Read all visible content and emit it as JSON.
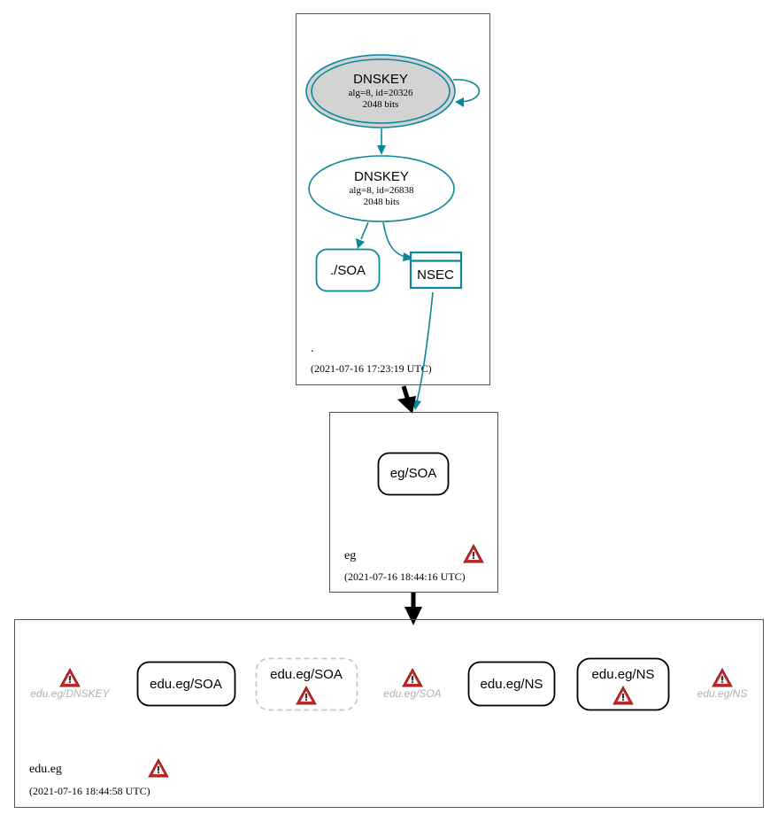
{
  "colors": {
    "teal": "#0a879a",
    "warning_red": "#d33a3a",
    "ksk_fill": "#d3d3d3",
    "missing_gray": "#b0b0b0",
    "dashed_border": "#c8c8c8"
  },
  "zones": {
    "root": {
      "name": ".",
      "timestamp": "(2021-07-16 17:23:19 UTC)",
      "ksk": {
        "title": "DNSKEY",
        "line1": "alg=8, id=20326",
        "line2": "2048 bits"
      },
      "zsk": {
        "title": "DNSKEY",
        "line1": "alg=8, id=26838",
        "line2": "2048 bits"
      },
      "soa_label": "./SOA",
      "nsec_label": "NSEC"
    },
    "eg": {
      "name": "eg",
      "timestamp": "(2021-07-16 18:44:16 UTC)",
      "soa_label": "eg/SOA",
      "warning_icon": "warning-triangle-icon"
    },
    "edu_eg": {
      "name": "edu.eg",
      "timestamp": "(2021-07-16 18:44:58 UTC)",
      "warning_icon": "warning-triangle-icon",
      "missing_dnskey_label": "edu.eg/DNSKEY",
      "soa_label": "edu.eg/SOA",
      "soa_dashed_label": "edu.eg/SOA",
      "missing_soa_label": "edu.eg/SOA",
      "ns_label": "edu.eg/NS",
      "ns_warning_label": "edu.eg/NS",
      "missing_ns_label": "edu.eg/NS"
    }
  }
}
